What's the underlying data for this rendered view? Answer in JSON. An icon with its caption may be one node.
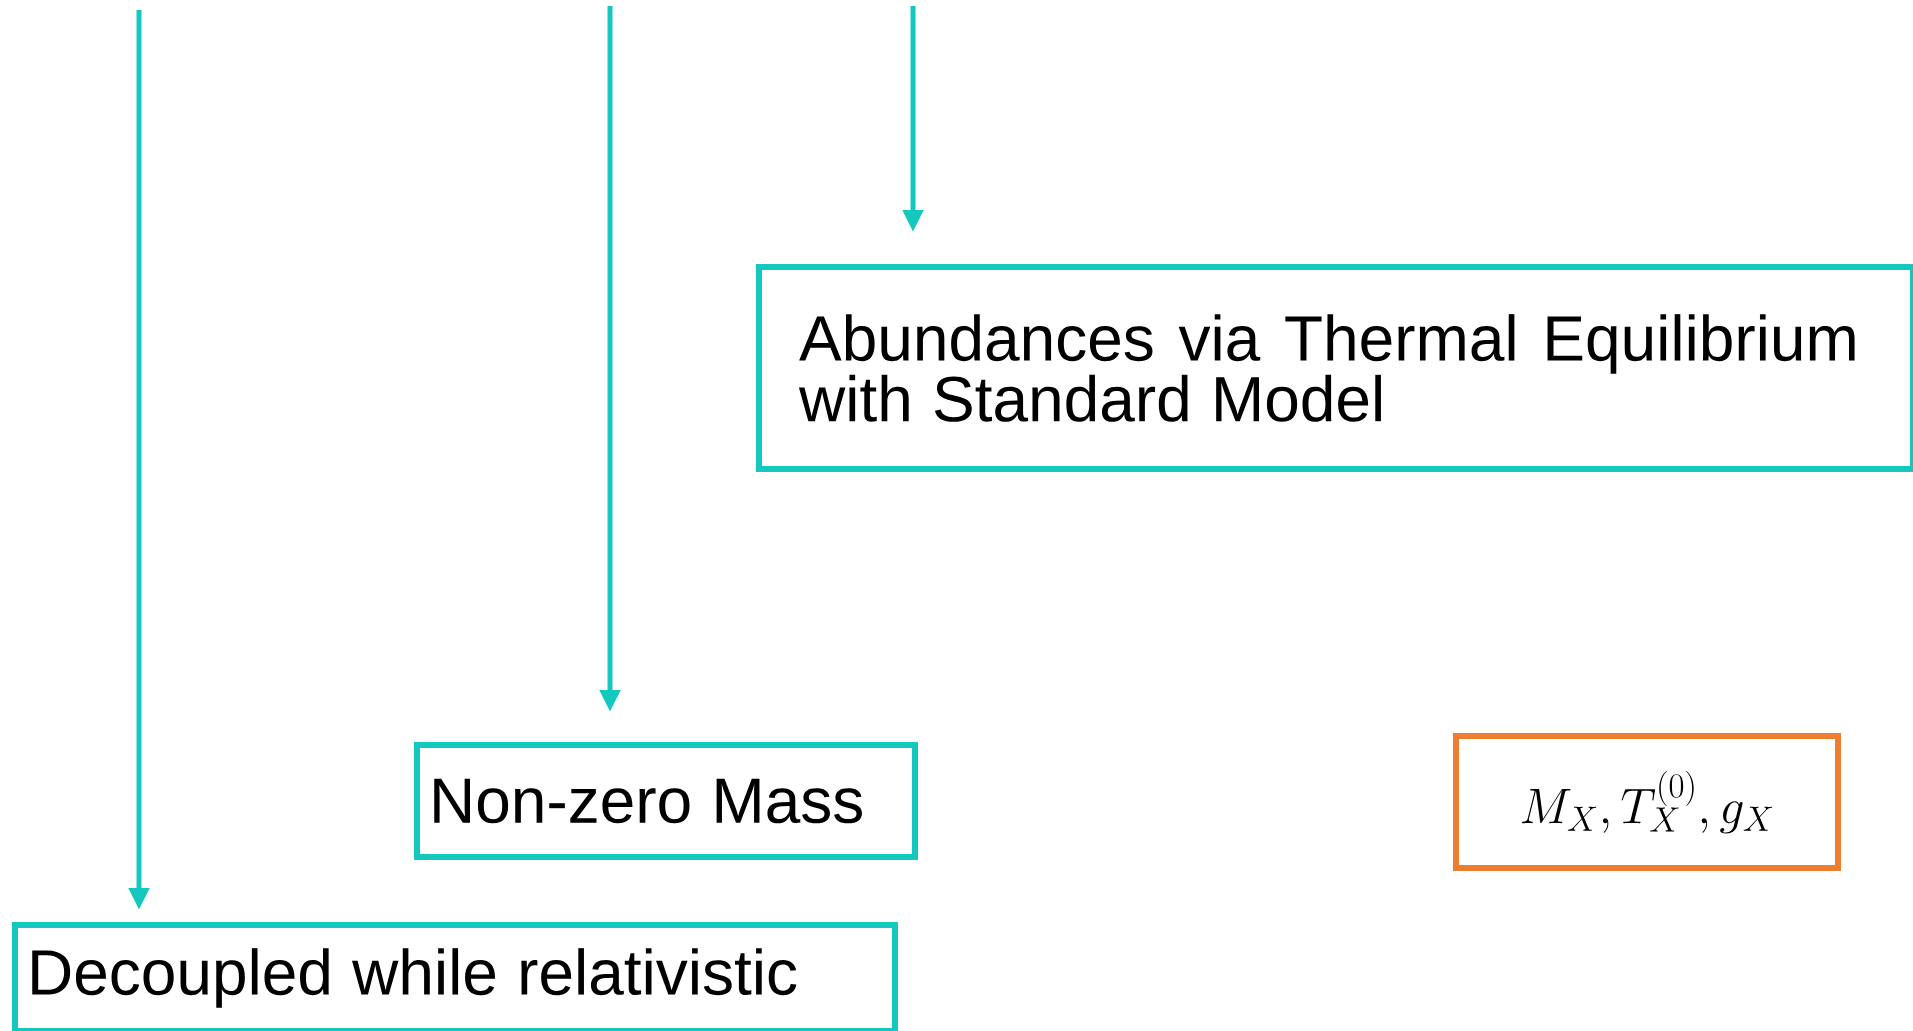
{
  "diagram": {
    "nodes": [
      {
        "text": [
          "Abundances via Thermal Equilibrium with Standard Model"
        ]
      },
      {
        "text": [
          "Non-zero Mass"
        ]
      },
      {
        "text": [
          "Decoupled while relativistic"
        ]
      },
      {
        "text": [
          "M_X, T_X^{(0)}, g_X"
        ]
      }
    ],
    "edges": [
      {
        "from": null,
        "to": 2,
        "arrow": "to"
      },
      {
        "from": null,
        "to": 1,
        "arrow": "to"
      },
      {
        "from": null,
        "to": 0,
        "arrow": "to"
      }
    ]
  }
}
